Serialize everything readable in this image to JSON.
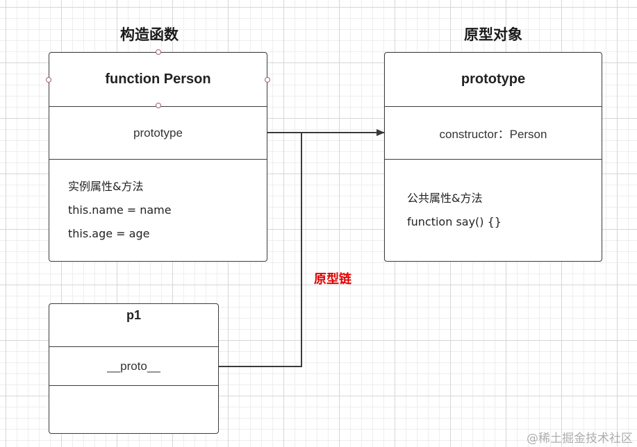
{
  "titles": {
    "constructor": "构造函数",
    "prototype_object": "原型对象"
  },
  "person_box": {
    "header": "function Person",
    "prototype_row": "prototype",
    "members": [
      "实例属性&方法",
      "this.name = name",
      "this.age = age"
    ]
  },
  "prototype_box": {
    "header": "prototype",
    "constructor_row": "constructor：Person",
    "members": [
      "公共属性&方法",
      "function say() {}"
    ]
  },
  "instance_box": {
    "header": "p1",
    "proto_row": "__proto__"
  },
  "chain_label": "原型链",
  "watermark": "@稀土掘金技术社区",
  "colors": {
    "border": "#3a3a3a",
    "chain_label": "#e00000",
    "grid": "#d6d6d6"
  }
}
